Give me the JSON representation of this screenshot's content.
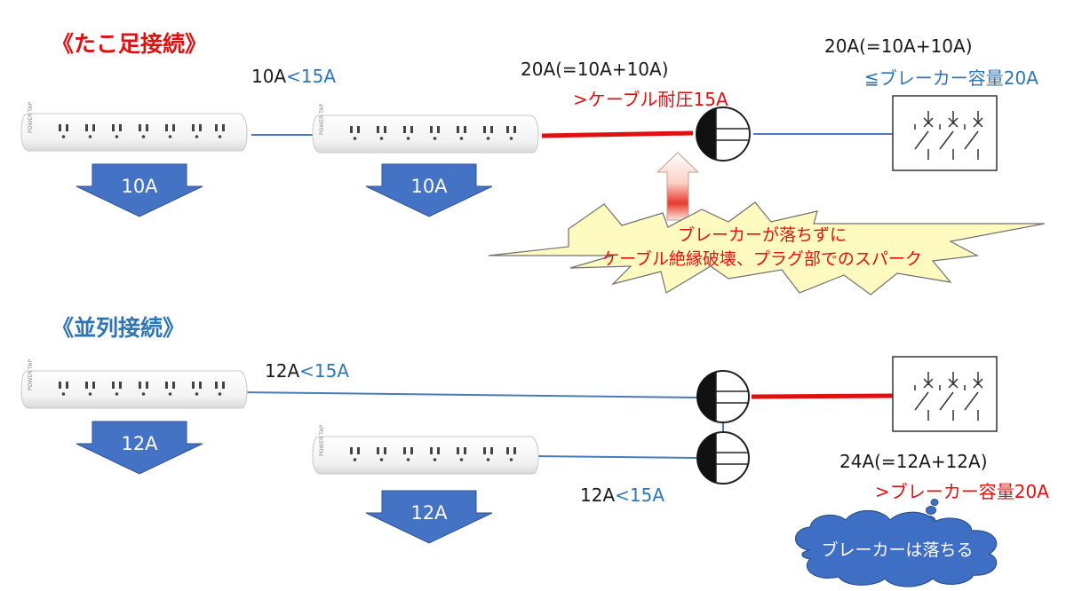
{
  "series": {
    "title": "《たこ足接続》",
    "title_color": "#e01010",
    "link_current": "10A",
    "link_limit": "<15A",
    "strip1_load": "10A",
    "strip2_load": "10A",
    "cable_total": "20A(=10A+10A)",
    "cable_limit": ">ケーブル耐圧15A",
    "breaker_total": "20A(=10A+10A)",
    "breaker_limit": "≦ブレーカー容量20A",
    "warning_line1": "ブレーカーが落ちずに",
    "warning_line2": "ケーブル絶縁破壊、プラグ部でのスパーク"
  },
  "parallel": {
    "title": "《並列接続》",
    "title_color": "#2e75b6",
    "link1_current": "12A",
    "link1_limit": "<15A",
    "link2_current": "12A",
    "link2_limit": "<15A",
    "strip1_load": "12A",
    "strip2_load": "12A",
    "breaker_total": "24A(=12A+12A)",
    "breaker_limit": ">ブレーカー容量20A",
    "cloud_text": "ブレーカーは落ちる"
  },
  "power_strip_label": "POWER TAP",
  "colors": {
    "arrow_fill": "#4472c4",
    "wire_blue": "#4a7ab8",
    "wire_red": "#e01010",
    "star_fill": "#fffbc0",
    "cloud_fill": "#3f6fc4"
  }
}
